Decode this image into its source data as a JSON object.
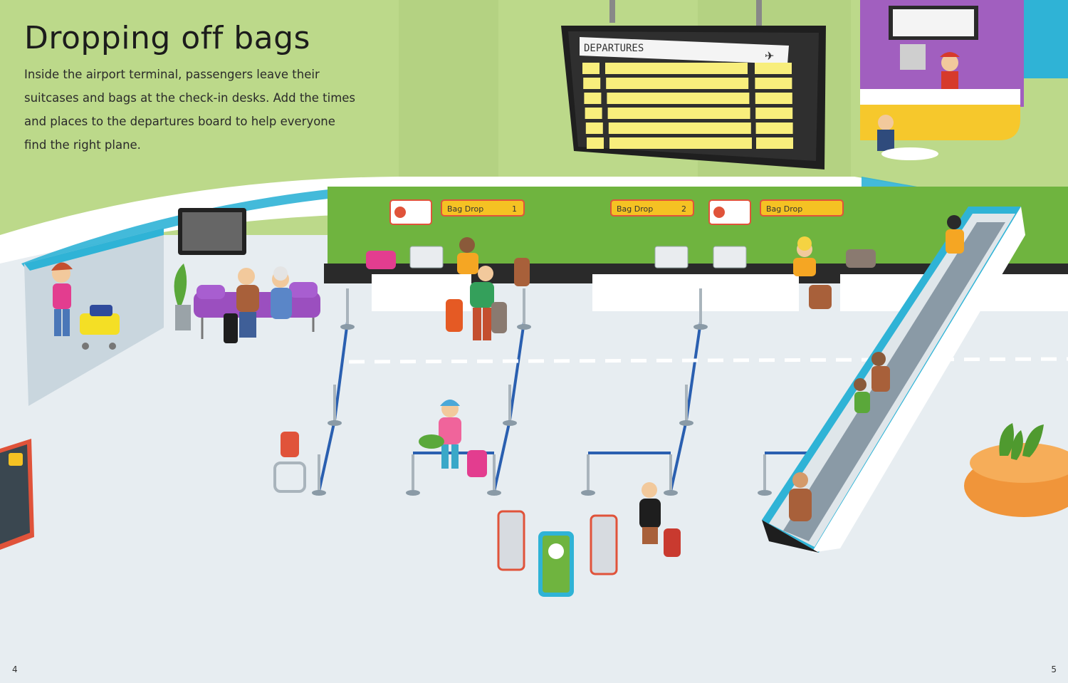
{
  "page": {
    "title": "Dropping off bags",
    "intro": "Inside the airport terminal, passengers leave their suitcases and bags at the check-in desks. Add the times and places to the departures board to help everyone find the right plane.",
    "page_left": "4",
    "page_right": "5"
  },
  "departures_board": {
    "title": "DEPARTURES",
    "rows": 6
  },
  "signs": {
    "bag_drop_1": "Bag Drop",
    "bag_drop_1_num": "1",
    "bag_drop_2": "Bag Drop",
    "bag_drop_2_num": "2",
    "bag_drop_3": "Bag Drop"
  },
  "colors": {
    "wall_green": "#bcd98a",
    "desk_band_green": "#6fb43f",
    "floor": "#e7edf1",
    "escalator_blue": "#2fb3d6",
    "board_yellow": "#f8ee7c",
    "sign_yellow": "#f5c223",
    "brand_red": "#e0533a"
  }
}
